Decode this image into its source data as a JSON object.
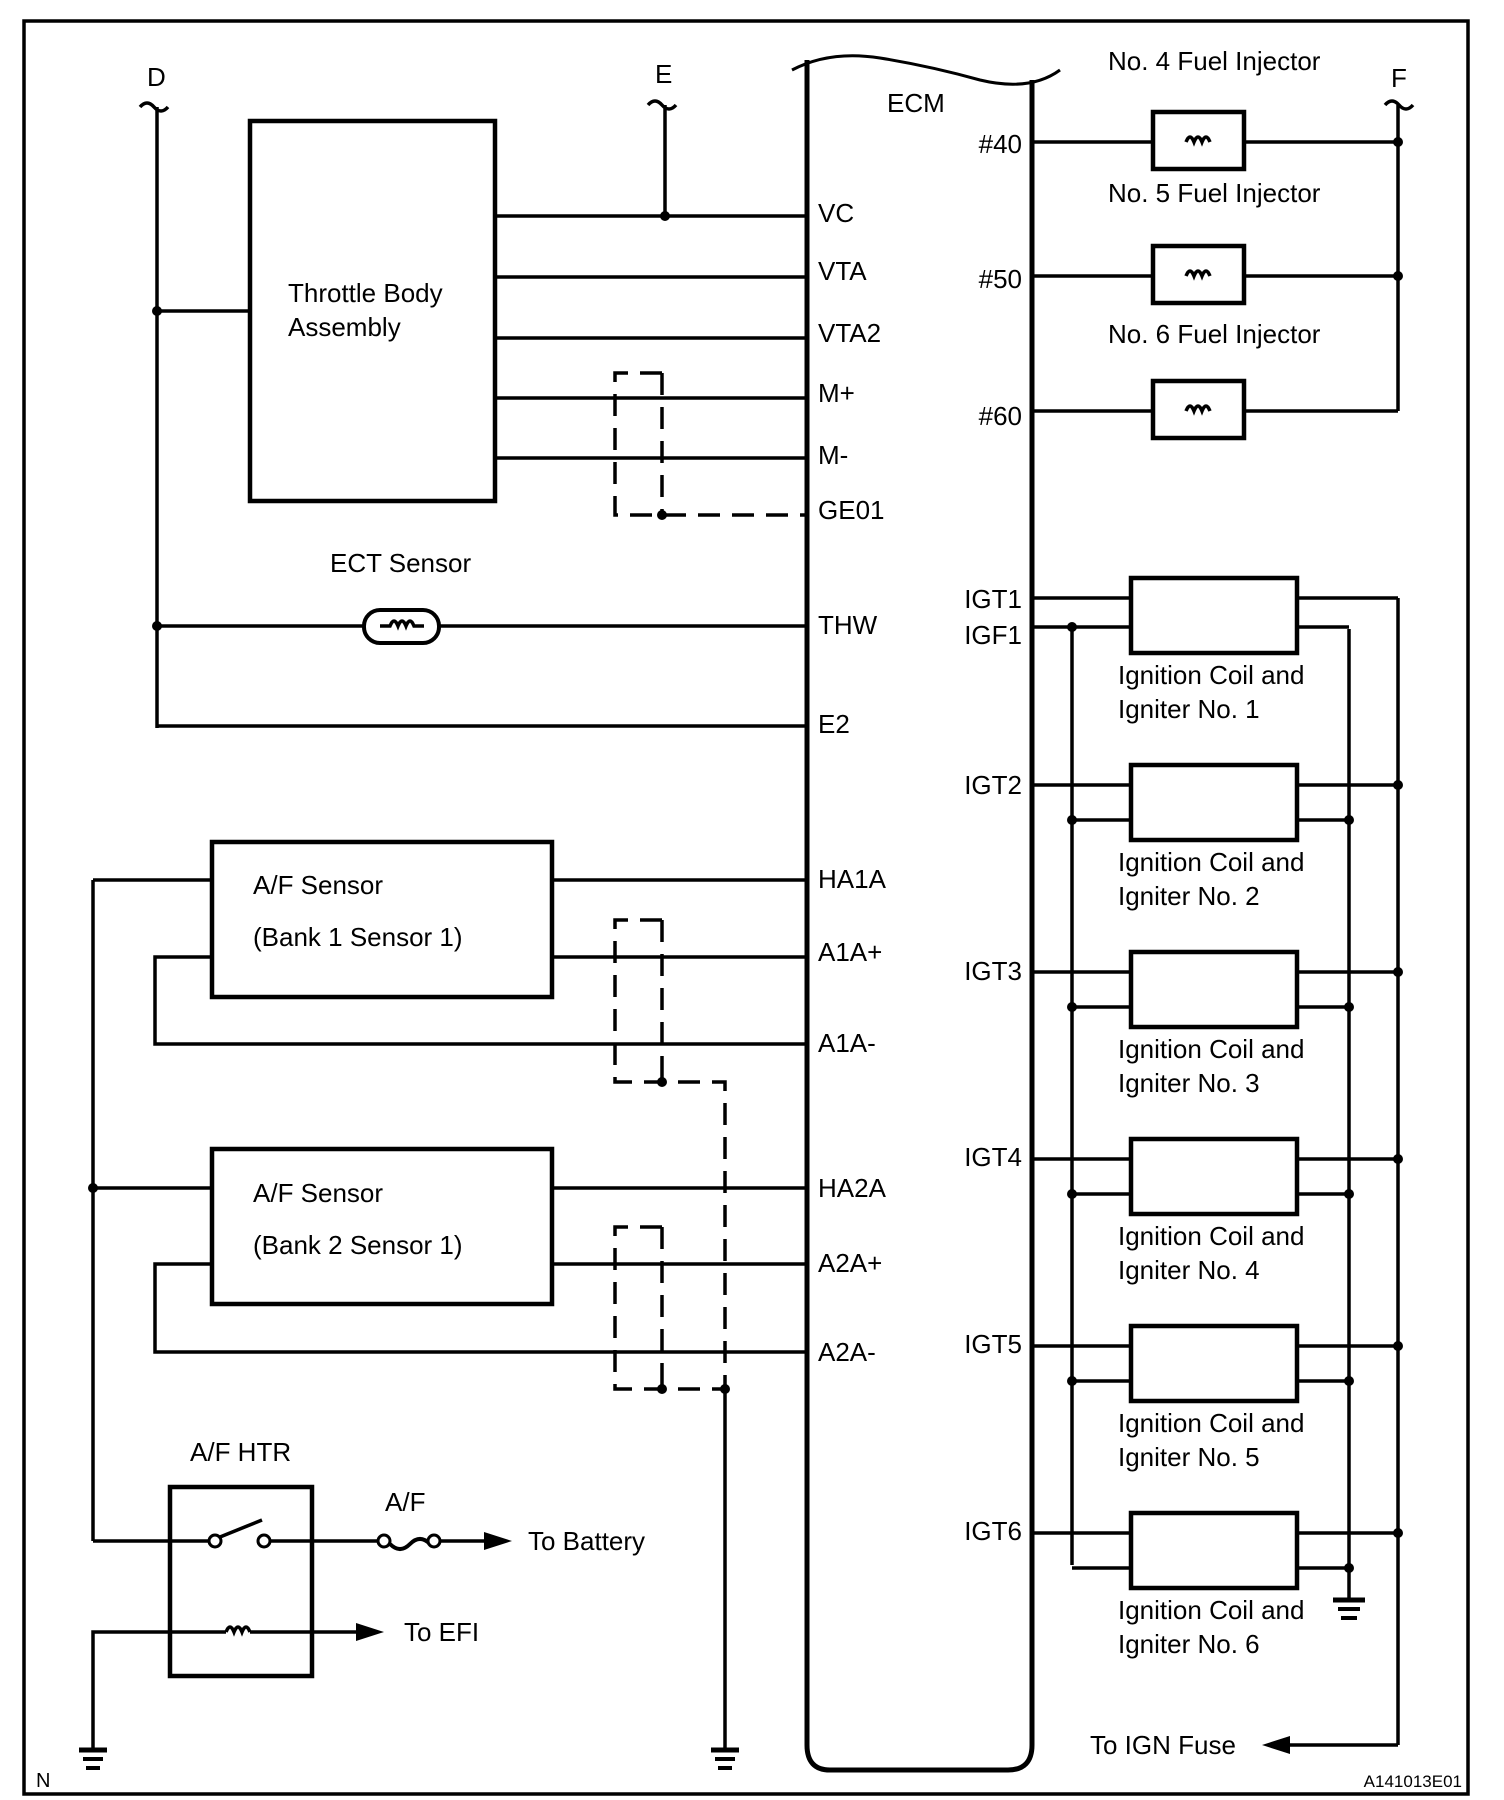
{
  "diagram": {
    "connectors": {
      "d": "D",
      "e": "E",
      "f": "F",
      "n": "N"
    },
    "ecm": {
      "label": "ECM",
      "left_pins": [
        "VC",
        "VTA",
        "VTA2",
        "M+",
        "M-",
        "GE01",
        "THW",
        "E2",
        "HA1A",
        "A1A+",
        "A1A-",
        "HA2A",
        "A2A+",
        "A2A-"
      ],
      "right_pins": [
        "#40",
        "#50",
        "#60",
        "IGT1",
        "IGF1",
        "IGT2",
        "IGT3",
        "IGT4",
        "IGT5",
        "IGT6"
      ]
    },
    "components": {
      "throttle_line1": "Throttle Body",
      "throttle_line2": "Assembly",
      "ect": "ECT Sensor",
      "af1_line1": "A/F Sensor",
      "af1_line2": "(Bank 1 Sensor 1)",
      "af2_line1": "A/F Sensor",
      "af2_line2": "(Bank 2 Sensor 1)",
      "htr": "A/F HTR",
      "fuse": "A/F",
      "to_battery": "To Battery",
      "to_efi": "To EFI",
      "injectors": [
        "No. 4 Fuel Injector",
        "No. 5 Fuel Injector",
        "No. 6 Fuel Injector"
      ],
      "coils": [
        [
          "Ignition Coil and",
          "Igniter No. 1"
        ],
        [
          "Ignition Coil and",
          "Igniter No. 2"
        ],
        [
          "Ignition Coil and",
          "Igniter No. 3"
        ],
        [
          "Ignition Coil and",
          "Igniter No. 4"
        ],
        [
          "Ignition Coil and",
          "Igniter No. 5"
        ],
        [
          "Ignition Coil and",
          "Igniter No. 6"
        ]
      ],
      "to_ign_fuse": "To IGN Fuse"
    },
    "figure_id": "A141013E01"
  }
}
